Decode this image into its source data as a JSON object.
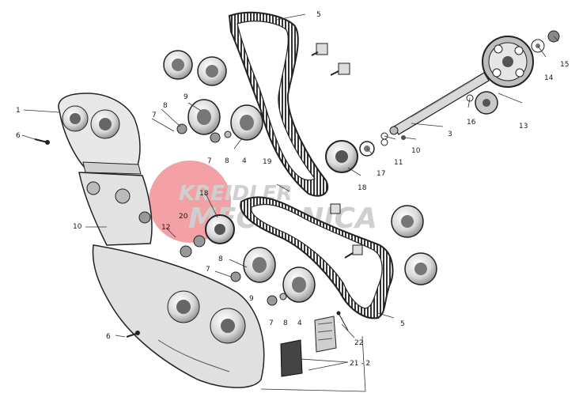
{
  "diagram": {
    "callouts": [
      "1",
      "2",
      "3",
      "4",
      "5",
      "6",
      "7",
      "8",
      "9",
      "10",
      "11",
      "12",
      "13",
      "14",
      "15",
      "16",
      "17",
      "18",
      "19",
      "20",
      "21",
      "22"
    ],
    "callout_21_2": "21 - 2"
  },
  "watermark": {
    "line1": "KREIDLER",
    "line2": "MECCANICA",
    "brand_color": "#e11b22",
    "text_color": "#a8a8a8"
  },
  "colors": {
    "line": "#2a2a2a",
    "shade": "#8c8c8c",
    "light": "#d4d4d4",
    "belt": "#3a3a3a"
  }
}
